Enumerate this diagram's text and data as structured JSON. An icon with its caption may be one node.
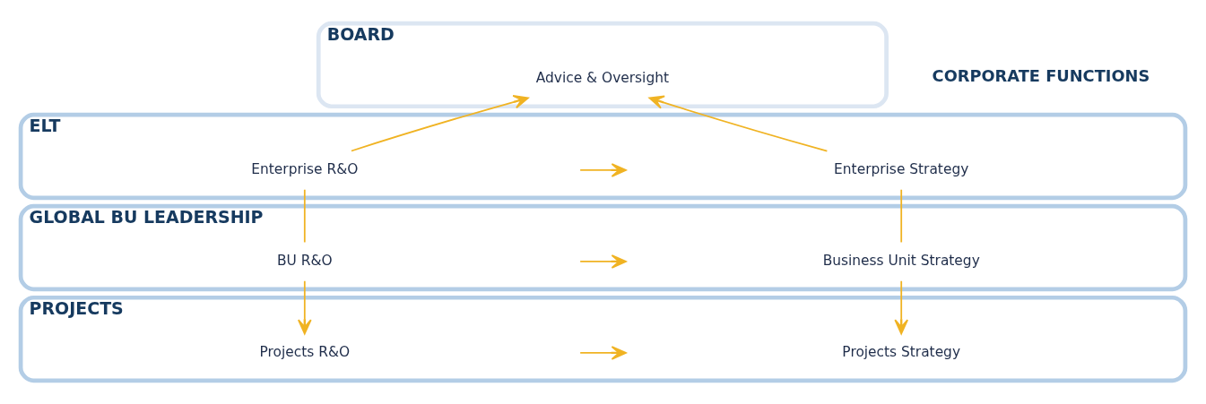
{
  "diagram": {
    "nodes": [
      {
        "text": [
          "BOARD"
        ]
      },
      {
        "text": [
          "Advice & Oversight"
        ],
        "in": 0
      },
      {
        "text": [
          "ELT"
        ]
      },
      {
        "text": [
          "Enterprise R&O"
        ],
        "in": 2
      },
      {
        "text": [
          "Enterprise Strategy"
        ],
        "in": 2
      },
      {
        "text": [
          "GLOBAL BU LEADERSHIP"
        ]
      },
      {
        "text": [
          "BU R&O"
        ],
        "in": 5
      },
      {
        "text": [
          "Business Unit Strategy"
        ],
        "in": 5
      },
      {
        "text": [
          "PROJECTS"
        ]
      },
      {
        "text": [
          "Projects R&O"
        ],
        "in": 8
      },
      {
        "text": [
          "Projects Strategy"
        ],
        "in": 8
      }
    ],
    "edges": [
      {
        "from": 3,
        "to": 1,
        "arrow": "to"
      },
      {
        "from": 4,
        "to": 1,
        "arrow": "to"
      },
      {
        "from": 3,
        "to": 4,
        "arrow": "to"
      },
      {
        "from": 3,
        "to": 6,
        "arrow": "none"
      },
      {
        "from": 4,
        "to": 7,
        "arrow": "none"
      },
      {
        "from": 6,
        "to": 7,
        "arrow": "to"
      },
      {
        "from": 6,
        "to": 9,
        "arrow": "to"
      },
      {
        "from": 7,
        "to": 10,
        "arrow": "to"
      },
      {
        "from": 9,
        "to": 10,
        "arrow": "to"
      }
    ],
    "labels": [
      "CORPORATE FUNCTIONS"
    ]
  }
}
